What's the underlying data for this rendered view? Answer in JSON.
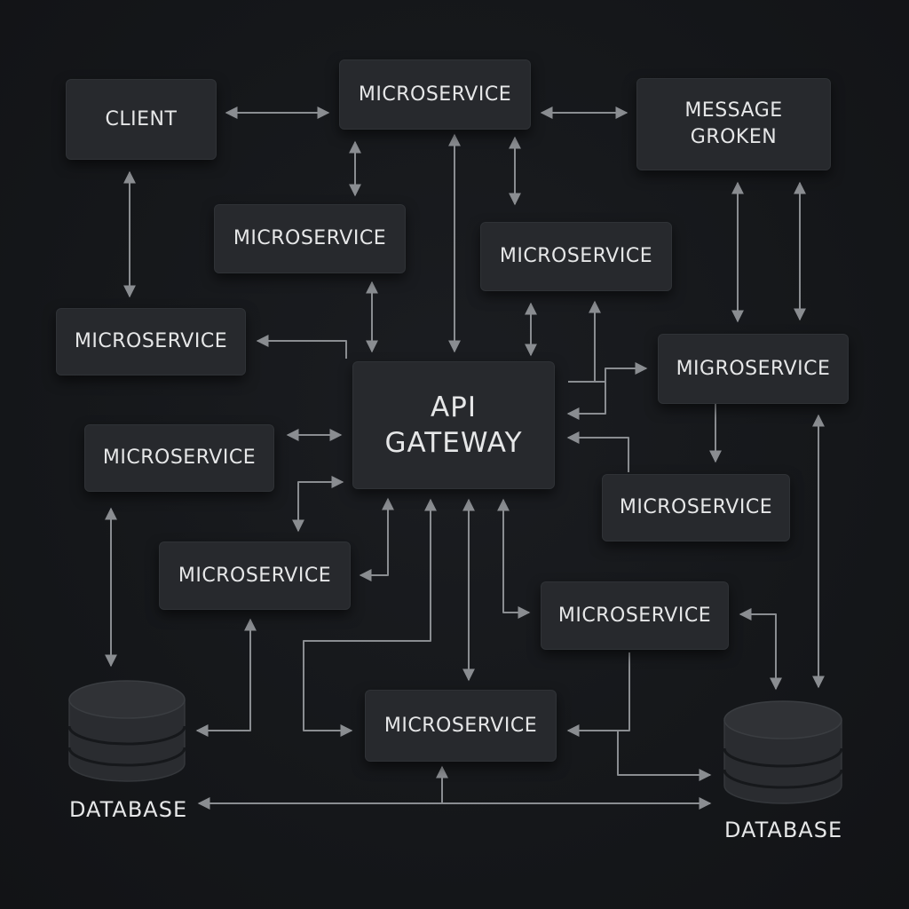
{
  "diagram": {
    "client": "CLIENT",
    "ms_top": "MICROSERVICE",
    "broker_line1": "MESSAGE",
    "broker_line2": "GROKEN",
    "ms_left_mid": "MICROSERVICE",
    "ms_center_right": "MICROSERVICE",
    "ms_left": "MICROSERVICE",
    "ms_right": "MIGROSERVICE",
    "gateway_line1": "API",
    "gateway_line2": "GATEWAY",
    "ms_left_lower": "MICROSERVICE",
    "ms_right_lower": "MICROSERVICE",
    "ms_bottom_left": "MICROSERVICE",
    "ms_bottom_right": "MICROSERVICE",
    "ms_bottom_center": "MICROSERVICE",
    "db_left": "DATABASE",
    "db_right": "DATABASE"
  },
  "colors": {
    "background": "#141619",
    "node": "#27292d",
    "text": "#e6e7e8",
    "connector": "#8a8d91"
  }
}
